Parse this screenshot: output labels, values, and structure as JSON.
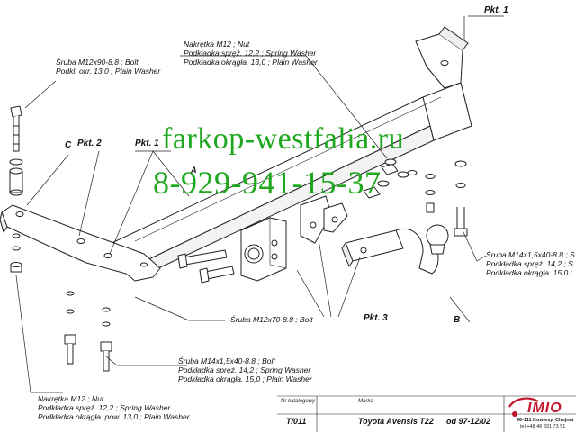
{
  "callouts": {
    "pkt1": "Pkt. 1",
    "pkt2": "Pkt. 2",
    "pkt1b": "Pkt. 1",
    "pkt3": "Pkt. 3",
    "c": "C",
    "a": "A",
    "b": "B"
  },
  "labels": {
    "bolt_top": [
      "Śruba M12x90-8.8 ;  Bolt",
      "Podkl. okr. 13,0 ; Plain Washer"
    ],
    "nut_top": [
      "Nakrętka  M12 ; Nut",
      "Podkładka spręż. 12,2 ; Spring Washer",
      "Podkładka okrągła. 13,0 ; Plain Washer"
    ],
    "bolt_right": [
      "Śruba M14x1,5x40-8.8 ;  S",
      "Podkładka spręż. 14,2 ;  S",
      "Podkładka okrągła. 15,0 ;"
    ],
    "bolt_mid": [
      "Śruba M12x70-8.8 ;  Bolt"
    ],
    "bolt_low": [
      "Śruba M14x1,5x40-8.8 ;  Bolt",
      "Podkładka spręż. 14,2 ; Spring Washer",
      "Podkładka okrągła. 15,0 ; Plain Washer"
    ],
    "nut_low": [
      "Nakrętka  M12 ; Nut",
      "Podkładka spręż. 12,2 ; Spring Washer",
      "Podkładka okrągła. pow. 13,0 ; Plain Washer"
    ]
  },
  "watermark": {
    "site": "farkop-westfalia.ru",
    "phone": "8-929-941-15-37",
    "color": "#1fa81f"
  },
  "title_block": {
    "catalog_caption": "Nr katalogowy",
    "brand_caption": "Marka",
    "catalog_no": "T/011",
    "model": "Toyota Avensis T22",
    "years": "od  97-12/02"
  },
  "logo": {
    "text": "IMIO",
    "color": "#c0152a",
    "address": "96-111 Kowiesy, Chojnat",
    "phone": "tel.+48 46 831 73 51"
  }
}
